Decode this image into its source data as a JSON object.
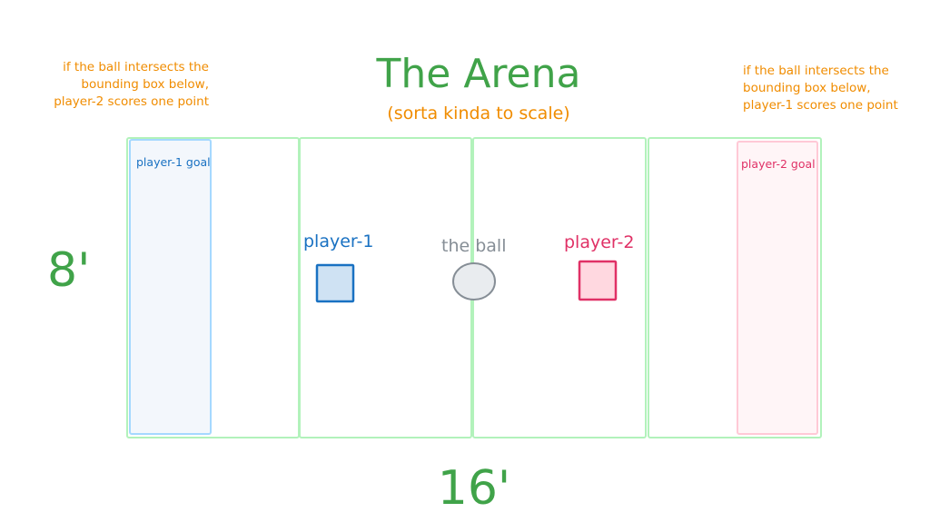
{
  "title": "The Arena",
  "subtitle": "(sorta kinda to scale)",
  "left_note": [
    "if the ball intersects the",
    "bounding box below,",
    "player-2 scores one point"
  ],
  "right_note": [
    "if the ball intersects the",
    "bounding box below,",
    "player-1 scores one point"
  ],
  "height_label": "8'",
  "width_label": "16'",
  "goals": {
    "player1": "player-1 goal",
    "player2": "player-2 goal"
  },
  "entities": {
    "player1": "player-1",
    "ball": "the ball",
    "player2": "player-2"
  },
  "colors": {
    "green": "#40a349",
    "orange": "#f08c00",
    "blue": "#1971c2",
    "pink": "#e03166",
    "gray": "#868e96"
  }
}
